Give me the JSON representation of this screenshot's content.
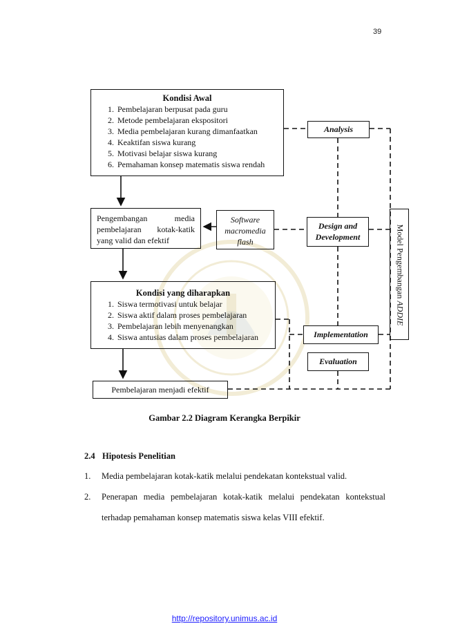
{
  "page": {
    "number": "39"
  },
  "diagram": {
    "kondisi_awal": {
      "title": "Kondisi Awal",
      "items": [
        "Pembelajaran berpusat pada guru",
        "Metode pembelajaran ekspositori",
        "Media pembelajaran kurang dimanfaatkan",
        "Keaktifan siswa kurang",
        "Motivasi belajar siswa kurang",
        "Pemahaman konsep matematis siswa rendah"
      ]
    },
    "pengembangan": "Pengembangan media pembelajaran kotak-katik yang valid dan efektif",
    "software": {
      "line1": "Software",
      "line2": "macromedia",
      "line3": "flash"
    },
    "kondisi_harapan": {
      "title": "Kondisi yang diharapkan",
      "items": [
        "Siswa termotivasi untuk belajar",
        "Siswa aktif dalam proses pembelajaran",
        "Pembelajaran lebih menyenangkan",
        "Siswa antusias dalam proses pembelajaran"
      ]
    },
    "final": "Pembelajaran menjadi efektif",
    "phases": {
      "analysis": "Analysis",
      "design_line1": "Design and",
      "design_line2": "Development",
      "implementation": "Implementation",
      "evaluation": "Evaluation"
    },
    "model_label": {
      "prefix": "Model Pengembangan ",
      "emphasis": "ADDIE"
    }
  },
  "caption": "Gambar 2.2 Diagram Kerangka Berpikir",
  "section": {
    "number": "2.4",
    "title": "Hipotesis Penelitian",
    "items": [
      {
        "num": "1.",
        "text": "Media pembelajaran kotak-katik melalui pendekatan kontekstual valid."
      },
      {
        "num": "2.",
        "text": "Penerapan media pembelajaran kotak-katik melalui pendekatan kontekstual",
        "text_cont": "terhadap pemahaman konsep matematis siswa kelas  VIII efektif."
      }
    ]
  },
  "footer": {
    "link": "http://repository.unimus.ac.id"
  },
  "colors": {
    "link": "#1a1aff",
    "watermark": "#d9c98a"
  }
}
